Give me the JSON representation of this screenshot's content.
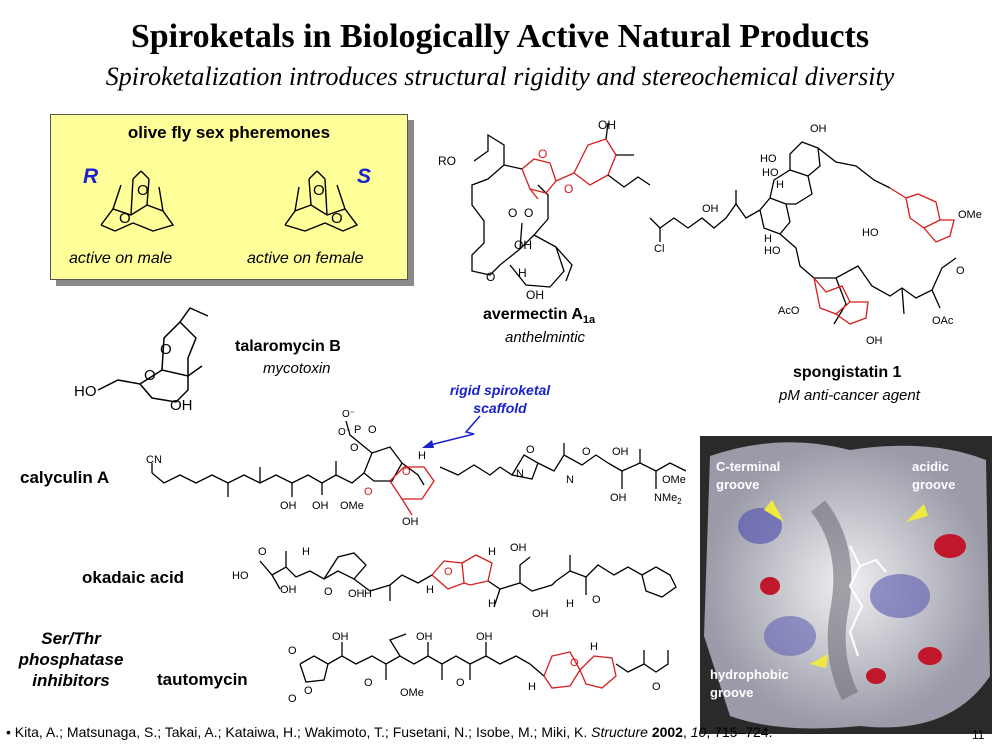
{
  "title": "Spiroketals in Biologically Active Natural Products",
  "subtitle": "Spiroketalization introduces structural rigidity and stereochemical diversity",
  "pheromones": {
    "header": "olive fly sex pheremones",
    "r_label": "R",
    "s_label": "S",
    "r_activity": "active on male",
    "s_activity": "active on female"
  },
  "compounds": {
    "avermectin": {
      "name": "avermectin A",
      "subscript": "1a",
      "activity": "anthelmintic"
    },
    "spongistatin": {
      "name": "spongistatin 1",
      "activity": "pM anti-cancer agent"
    },
    "talaromycin": {
      "name": "talaromycin B",
      "activity": "mycotoxin"
    },
    "calyculin": {
      "name": "calyculin A"
    },
    "okadaic": {
      "name": "okadaic acid"
    },
    "tautomycin": {
      "name": "tautomycin"
    }
  },
  "inhibitor_label": [
    "Ser/Thr",
    "phosphatase",
    "inhibitors"
  ],
  "annotation": [
    "rigid spiroketal",
    "scaffold"
  ],
  "atom_labels": {
    "O": "O",
    "OH": "OH",
    "HO": "HO",
    "H": "H",
    "Cl": "Cl",
    "CN": "CN",
    "RO": "RO",
    "OMe": "OMe",
    "AcO": "AcO",
    "OAc": "OAc",
    "NMe2": "NMe",
    "two": "2",
    "N": "N",
    "NH": "N",
    "P": "P",
    "Ominus": "O⁻",
    "POeq": "O",
    "OO": "O"
  },
  "protein": {
    "c_terminal": [
      "C-terminal",
      "groove"
    ],
    "acidic": [
      "acidic",
      "groove"
    ],
    "hydrophobic": [
      "hydrophobic",
      "groove"
    ],
    "colors": {
      "surface": "#d8d8dc",
      "positive": "#5a5ab0",
      "negative": "#c0182a",
      "arrow": "#f0ea40"
    }
  },
  "reference": {
    "bullet": "•",
    "authors": "Kita, A.; Matsunaga, S.; Takai, A.; Kataiwa, H.; Wakimoto, T.; Fusetani, N.; Isobe, M.; Miki, K.",
    "journal": "Structure",
    "year": "2002",
    "volume": "10",
    "pages": ", 715–724."
  },
  "page_number": "11",
  "colors": {
    "highlight": "#d81c1c",
    "annotation": "#1a22cc",
    "box": "#ffff99"
  }
}
